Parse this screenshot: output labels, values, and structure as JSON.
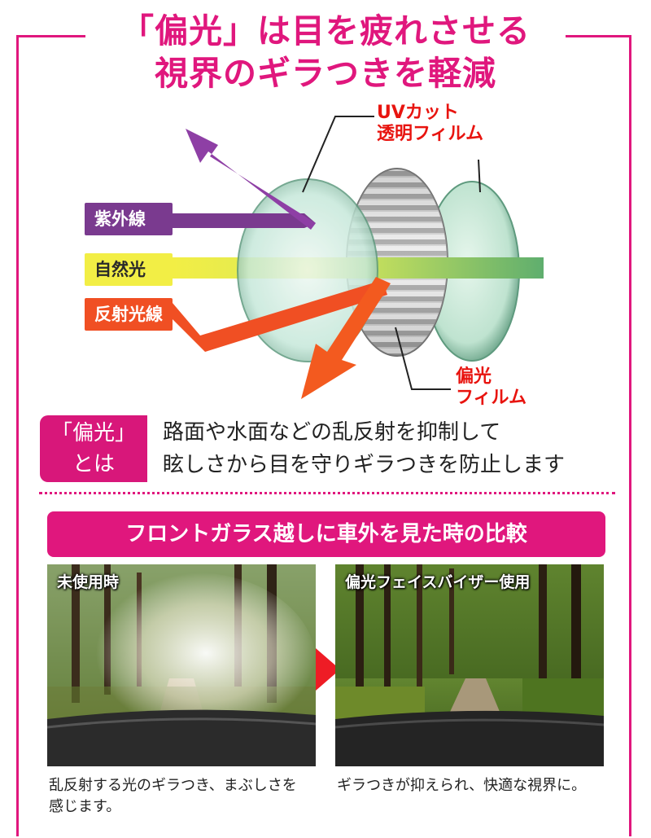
{
  "title": {
    "line1": "「偏光」は目を疲れさせる",
    "line2": "視界のギラつきを軽減"
  },
  "diagram": {
    "labels": {
      "uv": "紫外線",
      "natural": "自然光",
      "reflected": "反射光線"
    },
    "callouts": {
      "uv_film_line1": "UVカット",
      "uv_film_line2": "透明フィルム",
      "polarizing_film_line1": "偏光",
      "polarizing_film_line2": "フィルム"
    },
    "colors": {
      "uv": "#7a3a8f",
      "natural": "#f2ee45",
      "reflected": "#f04f23",
      "callout": "#e8140f"
    }
  },
  "definition": {
    "tag_line1": "「偏光」",
    "tag_line2": "とは",
    "text_line1": "路面や水面などの乱反射を抑制して",
    "text_line2": "眩しさから目を守りギラつきを防止します"
  },
  "comparison": {
    "banner": "フロントガラス越しに車外を見た時の比較",
    "before": {
      "label": "未使用時",
      "caption_line1": "乱反射する光のギラつき、まぶしさを",
      "caption_line2": "感じます。"
    },
    "after": {
      "label": "偏光フェイスバイザー使用",
      "caption": "ギラつきが抑えられ、快適な視界に。"
    }
  },
  "accent_color": "#e0177d"
}
